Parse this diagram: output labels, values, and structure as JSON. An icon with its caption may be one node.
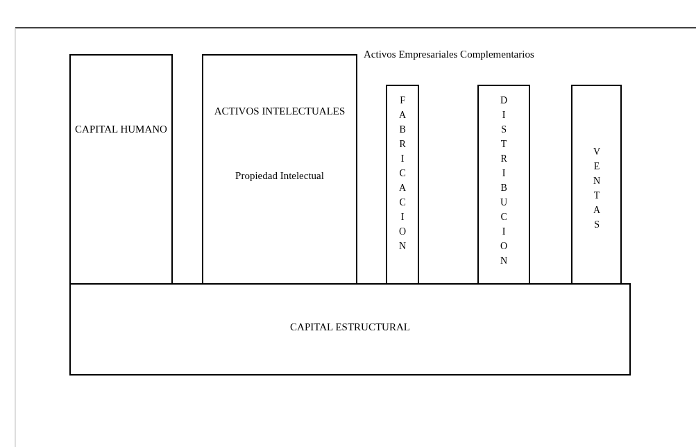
{
  "diagram": {
    "nodes": [
      {
        "text": [
          "CAPITAL HUMANO"
        ]
      },
      {
        "text": [
          "ACTIVOS INTELECTUALES",
          "Propiedad Intelectual"
        ]
      },
      {
        "text": [
          "FABRICACION"
        ]
      },
      {
        "text": [
          "DISTRIBUCION"
        ]
      },
      {
        "text": [
          "VENTAS"
        ]
      },
      {
        "text": [
          "CAPITAL ESTRUCTURAL"
        ]
      }
    ],
    "labels": [
      "Activos Empresariales Complementarios"
    ]
  }
}
